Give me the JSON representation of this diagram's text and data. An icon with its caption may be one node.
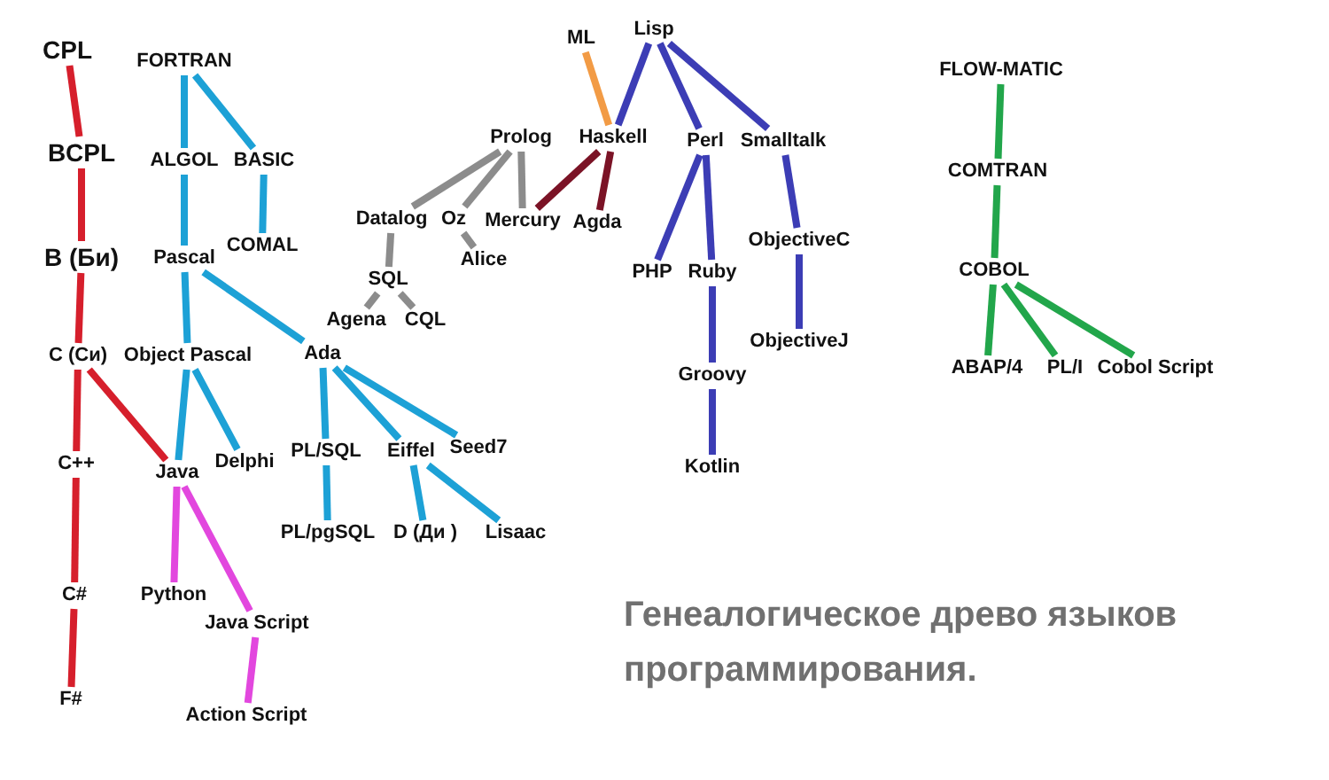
{
  "diagram": {
    "title": "Генеалогическое древо языков программирования.",
    "nodes": [
      {
        "text": [
          "CPL"
        ]
      },
      {
        "text": [
          "BCPL"
        ]
      },
      {
        "text": [
          "B (Би)"
        ]
      },
      {
        "text": [
          "C (Си)"
        ]
      },
      {
        "text": [
          "C++"
        ]
      },
      {
        "text": [
          "C#"
        ]
      },
      {
        "text": [
          "F#"
        ]
      },
      {
        "text": [
          "FORTRAN"
        ]
      },
      {
        "text": [
          "ALGOL"
        ]
      },
      {
        "text": [
          "BASIC"
        ]
      },
      {
        "text": [
          "COMAL"
        ]
      },
      {
        "text": [
          "Pascal"
        ]
      },
      {
        "text": [
          "Object Pascal"
        ]
      },
      {
        "text": [
          "Ada"
        ]
      },
      {
        "text": [
          "Java"
        ]
      },
      {
        "text": [
          "Delphi"
        ]
      },
      {
        "text": [
          "Python"
        ]
      },
      {
        "text": [
          "Java Script"
        ]
      },
      {
        "text": [
          "Action Script"
        ]
      },
      {
        "text": [
          "PL/SQL"
        ]
      },
      {
        "text": [
          "PL/pgSQL"
        ]
      },
      {
        "text": [
          "Eiffel"
        ]
      },
      {
        "text": [
          "Seed7"
        ]
      },
      {
        "text": [
          "D (Ди )"
        ]
      },
      {
        "text": [
          "Lisaac"
        ]
      },
      {
        "text": [
          "Prolog"
        ]
      },
      {
        "text": [
          "Datalog"
        ]
      },
      {
        "text": [
          "Oz"
        ]
      },
      {
        "text": [
          "Mercury"
        ]
      },
      {
        "text": [
          "Alice"
        ]
      },
      {
        "text": [
          "SQL"
        ]
      },
      {
        "text": [
          "Agena"
        ]
      },
      {
        "text": [
          "CQL"
        ]
      },
      {
        "text": [
          "ML"
        ]
      },
      {
        "text": [
          "Haskell"
        ]
      },
      {
        "text": [
          "Agda"
        ]
      },
      {
        "text": [
          "Lisp"
        ]
      },
      {
        "text": [
          "Perl"
        ]
      },
      {
        "text": [
          "Smalltalk"
        ]
      },
      {
        "text": [
          "PHP"
        ]
      },
      {
        "text": [
          "Ruby"
        ]
      },
      {
        "text": [
          "Groovy"
        ]
      },
      {
        "text": [
          "Kotlin"
        ]
      },
      {
        "text": [
          "ObjectiveC"
        ]
      },
      {
        "text": [
          "ObjectiveJ"
        ]
      },
      {
        "text": [
          "FLOW-MATIC"
        ]
      },
      {
        "text": [
          "COMTRAN"
        ]
      },
      {
        "text": [
          "COBOL"
        ]
      },
      {
        "text": [
          "ABAP/4"
        ]
      },
      {
        "text": [
          "PL/I"
        ]
      },
      {
        "text": [
          "Cobol Script"
        ]
      }
    ],
    "edges": [
      {
        "from": 0,
        "to": 1,
        "arrow": "none",
        "color": "#d61f2c"
      },
      {
        "from": 1,
        "to": 2,
        "arrow": "none",
        "color": "#d61f2c"
      },
      {
        "from": 2,
        "to": 3,
        "arrow": "none",
        "color": "#d61f2c"
      },
      {
        "from": 3,
        "to": 4,
        "arrow": "none",
        "color": "#d61f2c"
      },
      {
        "from": 3,
        "to": 14,
        "arrow": "none",
        "color": "#d61f2c"
      },
      {
        "from": 4,
        "to": 5,
        "arrow": "none",
        "color": "#d61f2c"
      },
      {
        "from": 5,
        "to": 6,
        "arrow": "none",
        "color": "#d61f2c"
      },
      {
        "from": 7,
        "to": 8,
        "arrow": "none",
        "color": "#1da1d6"
      },
      {
        "from": 7,
        "to": 9,
        "arrow": "none",
        "color": "#1da1d6"
      },
      {
        "from": 9,
        "to": 10,
        "arrow": "none",
        "color": "#1da1d6"
      },
      {
        "from": 8,
        "to": 11,
        "arrow": "none",
        "color": "#1da1d6"
      },
      {
        "from": 11,
        "to": 12,
        "arrow": "none",
        "color": "#1da1d6"
      },
      {
        "from": 11,
        "to": 13,
        "arrow": "none",
        "color": "#1da1d6"
      },
      {
        "from": 12,
        "to": 14,
        "arrow": "none",
        "color": "#1da1d6"
      },
      {
        "from": 12,
        "to": 15,
        "arrow": "none",
        "color": "#1da1d6"
      },
      {
        "from": 13,
        "to": 19,
        "arrow": "none",
        "color": "#1da1d6"
      },
      {
        "from": 13,
        "to": 21,
        "arrow": "none",
        "color": "#1da1d6"
      },
      {
        "from": 13,
        "to": 22,
        "arrow": "none",
        "color": "#1da1d6"
      },
      {
        "from": 19,
        "to": 20,
        "arrow": "none",
        "color": "#1da1d6"
      },
      {
        "from": 21,
        "to": 23,
        "arrow": "none",
        "color": "#1da1d6"
      },
      {
        "from": 21,
        "to": 24,
        "arrow": "none",
        "color": "#1da1d6"
      },
      {
        "from": 14,
        "to": 16,
        "arrow": "none",
        "color": "#e247de"
      },
      {
        "from": 14,
        "to": 17,
        "arrow": "none",
        "color": "#e247de"
      },
      {
        "from": 17,
        "to": 18,
        "arrow": "none",
        "color": "#e247de"
      },
      {
        "from": 25,
        "to": 26,
        "arrow": "none",
        "color": "#8c8c8c"
      },
      {
        "from": 25,
        "to": 27,
        "arrow": "none",
        "color": "#8c8c8c"
      },
      {
        "from": 25,
        "to": 28,
        "arrow": "none",
        "color": "#8c8c8c"
      },
      {
        "from": 27,
        "to": 29,
        "arrow": "none",
        "color": "#8c8c8c"
      },
      {
        "from": 26,
        "to": 30,
        "arrow": "none",
        "color": "#8c8c8c"
      },
      {
        "from": 30,
        "to": 31,
        "arrow": "none",
        "color": "#8c8c8c"
      },
      {
        "from": 30,
        "to": 32,
        "arrow": "none",
        "color": "#8c8c8c"
      },
      {
        "from": 33,
        "to": 34,
        "arrow": "none",
        "color": "#f29b45"
      },
      {
        "from": 34,
        "to": 28,
        "arrow": "none",
        "color": "#7b1326"
      },
      {
        "from": 34,
        "to": 35,
        "arrow": "none",
        "color": "#7b1326"
      },
      {
        "from": 36,
        "to": 34,
        "arrow": "none",
        "color": "#3c3db5"
      },
      {
        "from": 36,
        "to": 37,
        "arrow": "none",
        "color": "#3c3db5"
      },
      {
        "from": 36,
        "to": 38,
        "arrow": "none",
        "color": "#3c3db5"
      },
      {
        "from": 37,
        "to": 39,
        "arrow": "none",
        "color": "#3c3db5"
      },
      {
        "from": 37,
        "to": 40,
        "arrow": "none",
        "color": "#3c3db5"
      },
      {
        "from": 40,
        "to": 41,
        "arrow": "none",
        "color": "#3c3db5"
      },
      {
        "from": 41,
        "to": 42,
        "arrow": "none",
        "color": "#3c3db5"
      },
      {
        "from": 38,
        "to": 43,
        "arrow": "none",
        "color": "#3c3db5"
      },
      {
        "from": 43,
        "to": 44,
        "arrow": "none",
        "color": "#3c3db5"
      },
      {
        "from": 45,
        "to": 46,
        "arrow": "none",
        "color": "#22a64b"
      },
      {
        "from": 46,
        "to": 47,
        "arrow": "none",
        "color": "#22a64b"
      },
      {
        "from": 47,
        "to": 48,
        "arrow": "none",
        "color": "#22a64b"
      },
      {
        "from": 47,
        "to": 49,
        "arrow": "none",
        "color": "#22a64b"
      },
      {
        "from": 47,
        "to": 50,
        "arrow": "none",
        "color": "#22a64b"
      }
    ]
  }
}
